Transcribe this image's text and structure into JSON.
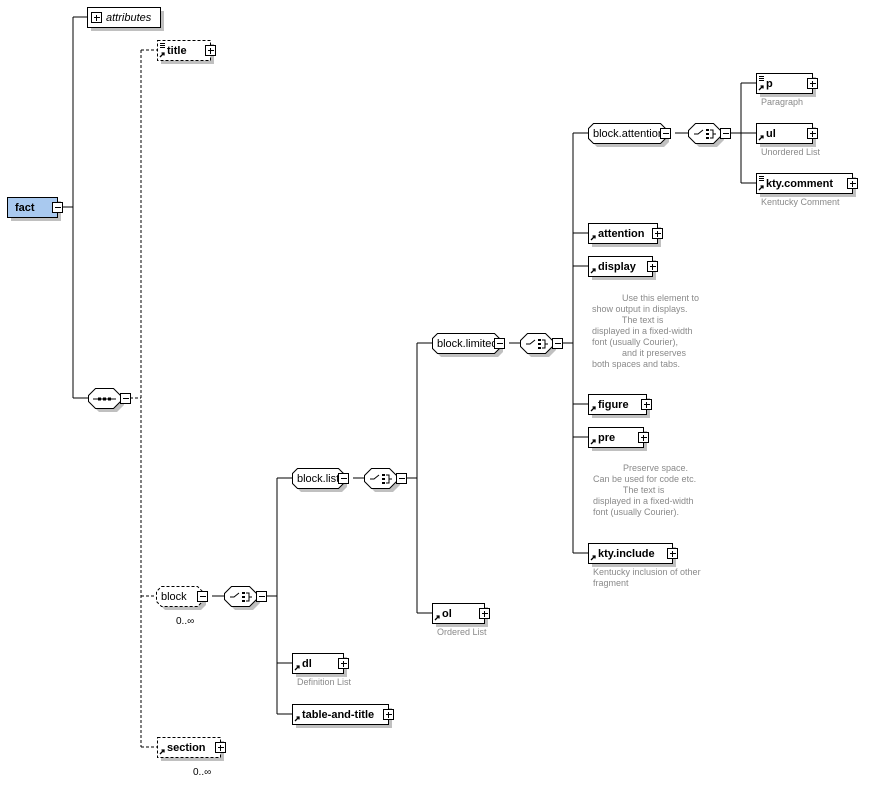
{
  "root": {
    "label": "fact",
    "color": "#a9c9ef"
  },
  "nodes": {
    "attributes": {
      "label": "attributes"
    },
    "title": {
      "label": "title"
    },
    "block": {
      "label": "block",
      "occurs": "0..∞"
    },
    "section": {
      "label": "section",
      "occurs": "0..∞"
    },
    "block_list": {
      "label": "block.list"
    },
    "dl": {
      "label": "dl",
      "doc": [
        "Definition List"
      ]
    },
    "table_and_title": {
      "label": "table-and-title"
    },
    "block_limited": {
      "label": "block.limited"
    },
    "ol": {
      "label": "ol",
      "doc": [
        "Ordered List"
      ]
    },
    "block_attention": {
      "label": "block.attention"
    },
    "p": {
      "label": "p",
      "doc": [
        "Paragraph"
      ]
    },
    "ul": {
      "label": "ul",
      "doc": [
        "Unordered List"
      ]
    },
    "kty_comment": {
      "label": "kty.comment",
      "doc": [
        "Kentucky Comment"
      ]
    },
    "attention": {
      "label": "attention"
    },
    "display": {
      "label": "display",
      "doc": [
        "            Use this element to",
        "show output in displays.",
        "            The text is",
        "displayed in a fixed-width",
        "font (usually Courier),",
        "            and it preserves",
        "both spaces and tabs."
      ]
    },
    "figure": {
      "label": "figure"
    },
    "pre": {
      "label": "pre",
      "doc": [
        "            Preserve space.",
        "Can be used for code etc.",
        "            The text is",
        "displayed in a fixed-width",
        "font (usually Courier)."
      ]
    },
    "kty_include": {
      "label": "kty.include",
      "doc": [
        "Kentucky inclusion of other",
        "fragment"
      ]
    }
  },
  "colors": {
    "line": "#000000",
    "shadow": "#c0c0c0",
    "doc": "#8a8a8a"
  }
}
